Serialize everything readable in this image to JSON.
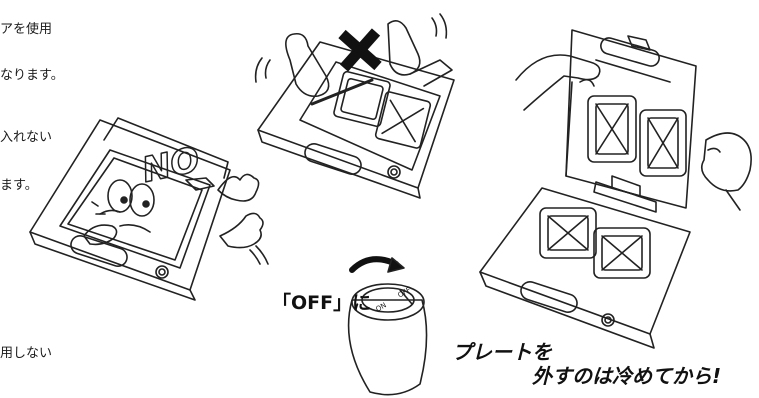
{
  "left_column": {
    "line1": "アを使用",
    "line2": "なります。",
    "line3": "入れない",
    "line4": "ます。",
    "line5": "用しない"
  },
  "illustrations": {
    "no_text": "NO",
    "switch_label": "「OFF」に",
    "knob_off": "OFF",
    "knob_on": "ON"
  },
  "caption": {
    "line1": "プレートを",
    "line2": "外すのは冷めてから!"
  }
}
